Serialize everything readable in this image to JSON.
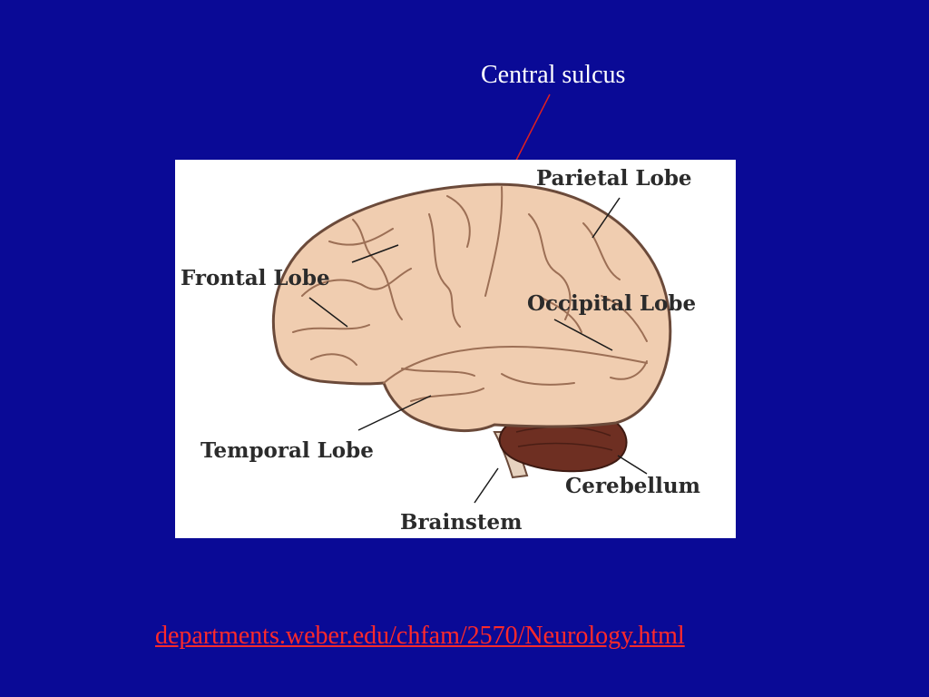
{
  "slide": {
    "background": "#0a0a96",
    "callout": {
      "text": "Central sulcus",
      "color": "#ffffff",
      "arrow_color": "#e02020"
    },
    "figure": {
      "labels": {
        "parietal": "Parietal Lobe",
        "frontal": "Frontal Lobe",
        "occipital": "Occipital Lobe",
        "temporal": "Temporal Lobe",
        "cerebellum": "Cerebellum",
        "brainstem": "Brainstem"
      },
      "colors": {
        "cortex": "#f0cdb0",
        "cortex_outline": "#6b4a3a",
        "cerebellum": "#6e2f22",
        "brainstem": "#e6d2bf"
      }
    },
    "source_link": {
      "text": "departments.weber.edu/chfam/2570/Neurology.html",
      "color": "#ff2a2a"
    }
  }
}
